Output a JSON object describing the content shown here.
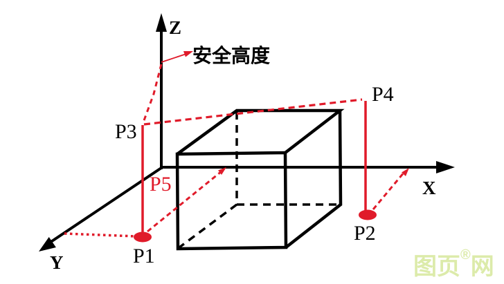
{
  "diagram": {
    "axis_labels": {
      "x": "X",
      "y": "Y",
      "z": "Z"
    },
    "point_labels": {
      "p1": "P1",
      "p2": "P2",
      "p3": "P3",
      "p4": "P4",
      "p5": "P5"
    },
    "annotations": {
      "safety_height": "安全高度"
    },
    "watermark": {
      "part1": "图页",
      "registered": "®",
      "part2": "网"
    },
    "colors": {
      "line_black": "#000000",
      "path_red": "#e01b2a",
      "watermark_green": "#dcebaa",
      "background": "#ffffff"
    }
  }
}
